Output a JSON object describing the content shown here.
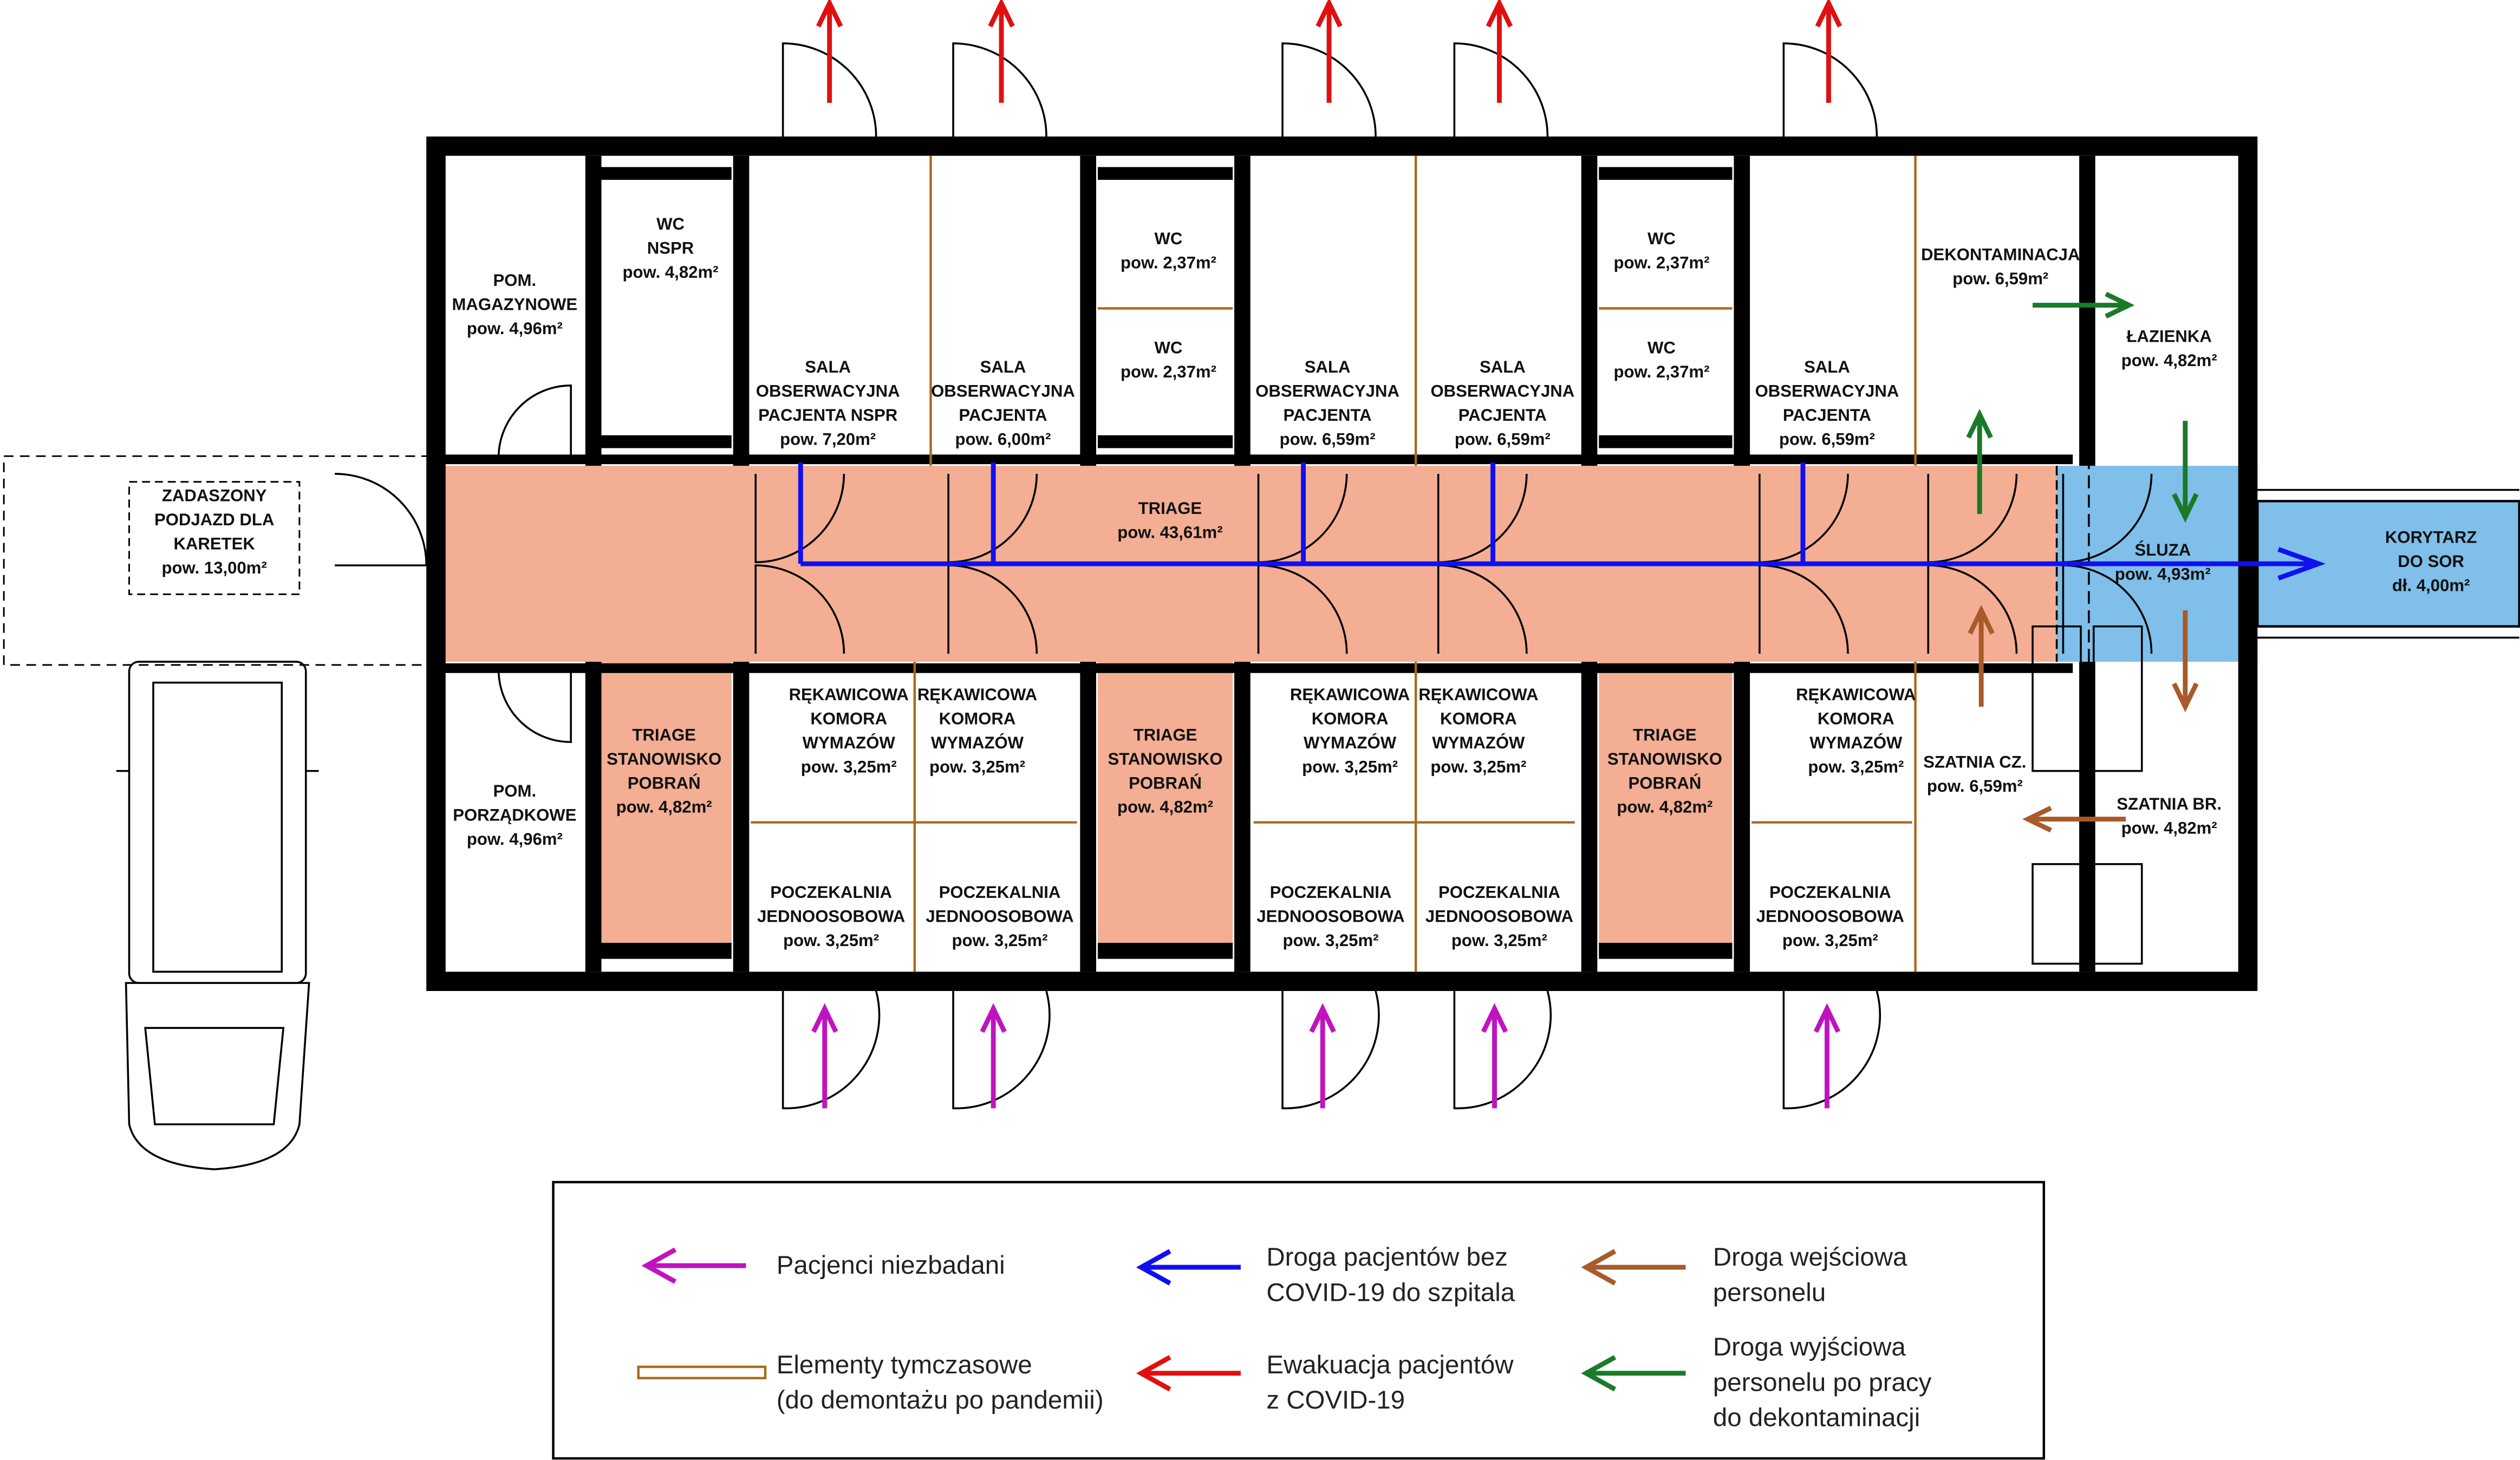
{
  "colors": {
    "triage_fill": "#f3ae94",
    "sluza_fill": "#7fbfea",
    "unexamined_patients": "#c013c0",
    "non_covid_route": "#1010f0",
    "covid_evacuation": "#e01010",
    "staff_entry": "#a85a28",
    "staff_exit": "#1a7a28",
    "temporary_elements": "#a86a1a"
  },
  "rooms": [
    {
      "lines": [
        "POM.",
        "MAGAZYNOWE",
        "pow. 4,96m²"
      ]
    },
    {
      "lines": [
        "WC",
        "NSPR",
        "pow. 4,82m²"
      ]
    },
    {
      "lines": [
        "SALA",
        "OBSERWACYJNA",
        "PACJENTA NSPR",
        "pow. 7,20m²"
      ]
    },
    {
      "lines": [
        "SALA",
        "OBSERWACYJNA",
        "PACJENTA",
        "pow. 6,00m²"
      ]
    },
    {
      "lines": [
        "WC",
        "pow. 2,37m²"
      ]
    },
    {
      "lines": [
        "WC",
        "pow. 2,37m²"
      ]
    },
    {
      "lines": [
        "SALA",
        "OBSERWACYJNA",
        "PACJENTA",
        "pow. 6,59m²"
      ]
    },
    {
      "lines": [
        "SALA",
        "OBSERWACYJNA",
        "PACJENTA",
        "pow. 6,59m²"
      ]
    },
    {
      "lines": [
        "WC",
        "pow. 2,37m²"
      ]
    },
    {
      "lines": [
        "WC",
        "pow. 2,37m²"
      ]
    },
    {
      "lines": [
        "SALA",
        "OBSERWACYJNA",
        "PACJENTA",
        "pow. 6,59m²"
      ]
    },
    {
      "lines": [
        "DEKONTAMINACJA",
        "pow. 6,59m²"
      ]
    },
    {
      "lines": [
        "ŁAZIENKA",
        "pow. 4,82m²"
      ]
    },
    {
      "lines": [
        "TRIAGE",
        "pow. 43,61m²"
      ]
    },
    {
      "lines": [
        "ŚLUZA",
        "pow. 4,93m²"
      ]
    },
    {
      "lines": [
        "KORYTARZ",
        "DO SOR",
        "dł. 4,00m²"
      ]
    },
    {
      "lines": [
        "ZADASZONY",
        "PODJAZD DLA",
        "KARETEK",
        "pow. 13,00m²"
      ]
    },
    {
      "lines": [
        "POM.",
        "PORZĄDKOWE",
        "pow. 4,96m²"
      ]
    },
    {
      "lines": [
        "TRIAGE",
        "STANOWISKO",
        "POBRAŃ",
        "pow. 4,82m²"
      ]
    },
    {
      "lines": [
        "RĘKAWICOWA",
        "KOMORA",
        "WYMAZÓW",
        "pow. 3,25m²"
      ]
    },
    {
      "lines": [
        "RĘKAWICOWA",
        "KOMORA",
        "WYMAZÓW",
        "pow. 3,25m²"
      ]
    },
    {
      "lines": [
        "POCZEKALNIA",
        "JEDNOOSOBOWA",
        "pow. 3,25m²"
      ]
    },
    {
      "lines": [
        "POCZEKALNIA",
        "JEDNOOSOBOWA",
        "pow. 3,25m²"
      ]
    },
    {
      "lines": [
        "TRIAGE",
        "STANOWISKO",
        "POBRAŃ",
        "pow. 4,82m²"
      ]
    },
    {
      "lines": [
        "RĘKAWICOWA",
        "KOMORA",
        "WYMAZÓW",
        "pow. 3,25m²"
      ]
    },
    {
      "lines": [
        "RĘKAWICOWA",
        "KOMORA",
        "WYMAZÓW",
        "pow. 3,25m²"
      ]
    },
    {
      "lines": [
        "POCZEKALNIA",
        "JEDNOOSOBOWA",
        "pow. 3,25m²"
      ]
    },
    {
      "lines": [
        "POCZEKALNIA",
        "JEDNOOSOBOWA",
        "pow. 3,25m²"
      ]
    },
    {
      "lines": [
        "TRIAGE",
        "STANOWISKO",
        "POBRAŃ",
        "pow. 4,82m²"
      ]
    },
    {
      "lines": [
        "RĘKAWICOWA",
        "KOMORA",
        "WYMAZÓW",
        "pow. 3,25m²"
      ]
    },
    {
      "lines": [
        "POCZEKALNIA",
        "JEDNOOSOBOWA",
        "pow. 3,25m²"
      ]
    },
    {
      "lines": [
        "SZATNIA CZ.",
        "pow. 6,59m²"
      ]
    },
    {
      "lines": [
        "SZATNIA BR.",
        "pow. 4,82m²"
      ]
    }
  ],
  "legend": {
    "items": [
      {
        "key": "unexamined_patients",
        "marker": "arrow-left",
        "lines": [
          "Pacjenci niezbadani"
        ]
      },
      {
        "key": "non_covid_route",
        "marker": "arrow-left",
        "lines": [
          "Droga pacjentów bez",
          "COVID-19 do szpitala"
        ]
      },
      {
        "key": "staff_entry",
        "marker": "arrow-left",
        "lines": [
          "Droga wejściowa",
          "personelu"
        ]
      },
      {
        "key": "temporary_elements",
        "marker": "double-line",
        "lines": [
          "Elementy tymczasowe",
          "(do demontażu po pandemii)"
        ]
      },
      {
        "key": "covid_evacuation",
        "marker": "arrow-left",
        "lines": [
          "Ewakuacja pacjentów",
          "z COVID-19"
        ]
      },
      {
        "key": "staff_exit",
        "marker": "arrow-left",
        "lines": [
          "Droga wyjściowa",
          "personelu po pracy",
          "do dekontaminacji"
        ]
      }
    ]
  }
}
